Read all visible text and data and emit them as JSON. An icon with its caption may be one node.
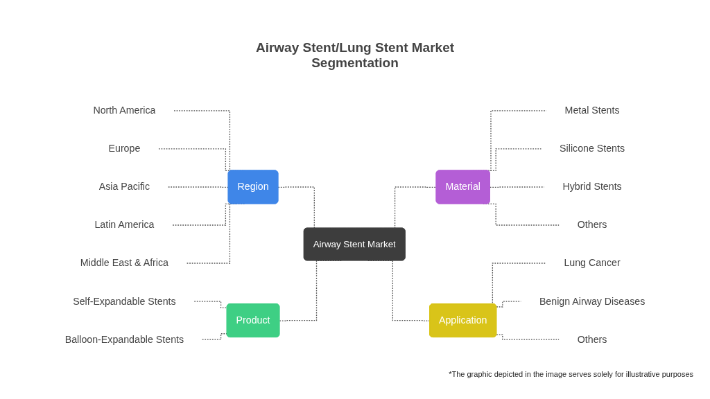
{
  "diagram": {
    "title": "Airway Stent/Lung Stent Market Segmentation",
    "nodes": [
      {
        "text": [
          "Airway Stent Market"
        ]
      },
      {
        "text": [
          "Region"
        ]
      },
      {
        "text": [
          "North America"
        ]
      },
      {
        "text": [
          "Europe"
        ]
      },
      {
        "text": [
          "Asia Pacific"
        ]
      },
      {
        "text": [
          "Latin America"
        ]
      },
      {
        "text": [
          "Middle East & Africa"
        ]
      },
      {
        "text": [
          "Material"
        ]
      },
      {
        "text": [
          "Metal Stents"
        ]
      },
      {
        "text": [
          "Silicone Stents"
        ]
      },
      {
        "text": [
          "Hybrid Stents"
        ]
      },
      {
        "text": [
          "Others"
        ]
      },
      {
        "text": [
          "Product"
        ]
      },
      {
        "text": [
          "Self-Expandable Stents"
        ]
      },
      {
        "text": [
          "Balloon-Expandable Stents"
        ]
      },
      {
        "text": [
          "Application"
        ]
      },
      {
        "text": [
          "Lung Cancer"
        ]
      },
      {
        "text": [
          "Benign Airway Diseases"
        ]
      },
      {
        "text": [
          "Others"
        ]
      }
    ],
    "edges": [
      {
        "from": 1,
        "to": 0,
        "arrow": "none",
        "style": "dashed"
      },
      {
        "from": 0,
        "to": 7,
        "arrow": "none",
        "style": "dashed"
      },
      {
        "from": 12,
        "to": 0,
        "arrow": "none",
        "style": "dashed"
      },
      {
        "from": 0,
        "to": 15,
        "arrow": "none",
        "style": "dashed"
      },
      {
        "from": 2,
        "to": 1,
        "arrow": "none",
        "style": "dashed"
      },
      {
        "from": 3,
        "to": 1,
        "arrow": "none",
        "style": "dashed"
      },
      {
        "from": 4,
        "to": 1,
        "arrow": "none",
        "style": "dashed"
      },
      {
        "from": 5,
        "to": 1,
        "arrow": "none",
        "style": "dashed"
      },
      {
        "from": 6,
        "to": 1,
        "arrow": "none",
        "style": "dashed"
      },
      {
        "from": 7,
        "to": 8,
        "arrow": "none",
        "style": "dashed"
      },
      {
        "from": 7,
        "to": 9,
        "arrow": "none",
        "style": "dashed"
      },
      {
        "from": 7,
        "to": 10,
        "arrow": "none",
        "style": "dashed"
      },
      {
        "from": 7,
        "to": 11,
        "arrow": "none",
        "style": "dashed"
      },
      {
        "from": 13,
        "to": 12,
        "arrow": "none",
        "style": "dashed"
      },
      {
        "from": 14,
        "to": 12,
        "arrow": "none",
        "style": "dashed"
      },
      {
        "from": 15,
        "to": 16,
        "arrow": "none",
        "style": "dashed"
      },
      {
        "from": 15,
        "to": 17,
        "arrow": "none",
        "style": "dashed"
      },
      {
        "from": 15,
        "to": 18,
        "arrow": "none",
        "style": "dashed"
      }
    ],
    "labels": [
      "*The graphic depicted in the image serves solely for illustrative purposes"
    ]
  }
}
